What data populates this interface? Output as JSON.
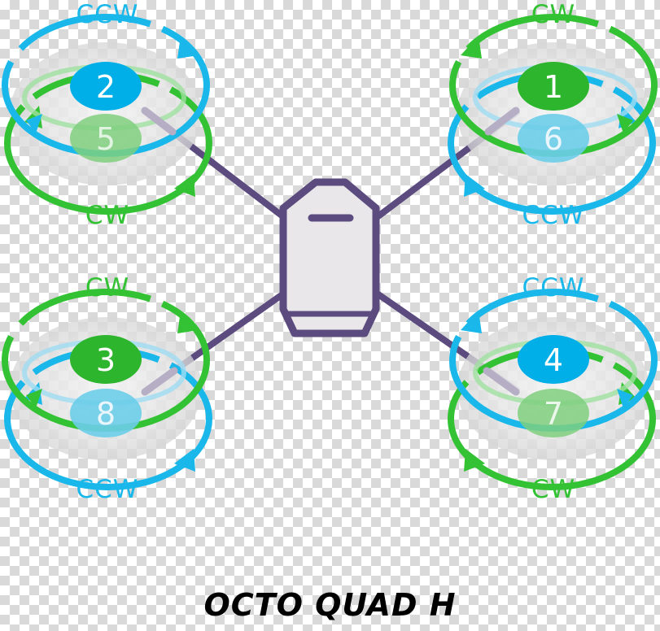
{
  "title": "OCTO QUAD H",
  "colors": {
    "cw": "#33c233",
    "ccw": "#1ab8ea",
    "frame": "#5b4b7e",
    "body_fill": "#e9e7ea",
    "arm_hub": "#b5aec4"
  },
  "motors": [
    {
      "id": "m1",
      "label": "1",
      "rotation": "CW",
      "layer": "top"
    },
    {
      "id": "m6",
      "label": "6",
      "rotation": "CCW",
      "layer": "bottom"
    },
    {
      "id": "m2",
      "label": "2",
      "rotation": "CCW",
      "layer": "top"
    },
    {
      "id": "m5",
      "label": "5",
      "rotation": "CW",
      "layer": "bottom"
    },
    {
      "id": "m3",
      "label": "3",
      "rotation": "CW",
      "layer": "top"
    },
    {
      "id": "m8",
      "label": "8",
      "rotation": "CCW",
      "layer": "bottom"
    },
    {
      "id": "m4",
      "label": "4",
      "rotation": "CCW",
      "layer": "top"
    },
    {
      "id": "m7",
      "label": "7",
      "rotation": "CW",
      "layer": "bottom"
    }
  ],
  "rotation_labels": {
    "tl_top": "CCW",
    "tl_bottom": "CW",
    "tr_top": "CW",
    "tr_bottom": "CCW",
    "bl_top": "CW",
    "bl_bottom": "CCW",
    "br_top": "CCW",
    "br_bottom": "CW"
  }
}
